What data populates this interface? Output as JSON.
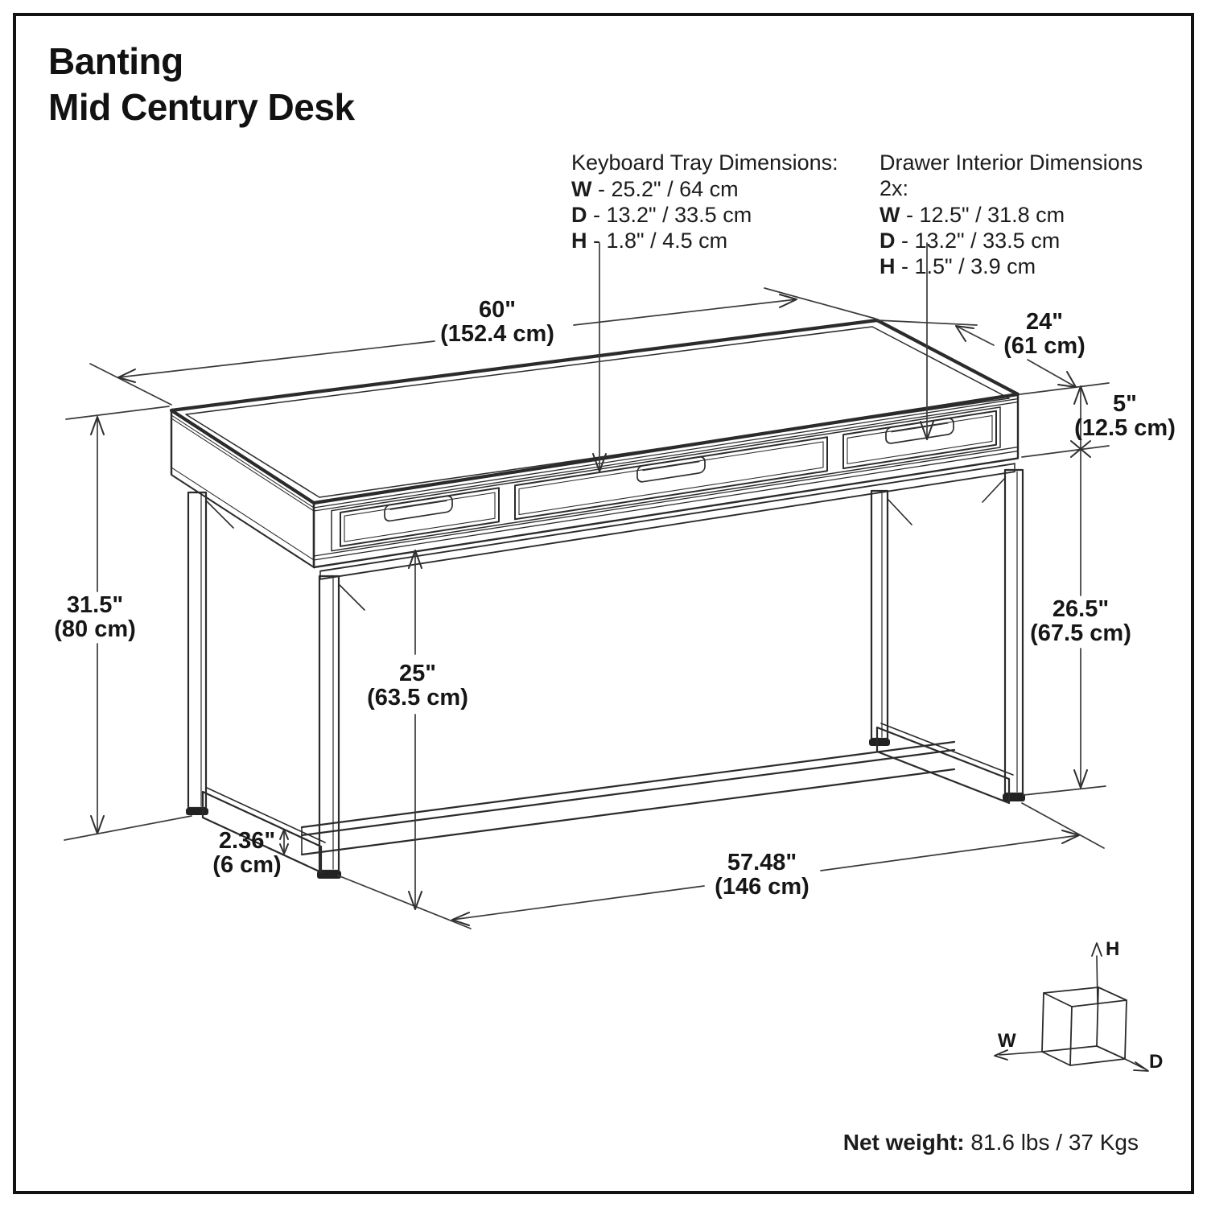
{
  "page": {
    "title_line1": "Banting",
    "title_line2": "Mid Century Desk"
  },
  "specs": {
    "keyboard_tray": {
      "title": "Keyboard Tray Dimensions:",
      "rows": [
        {
          "k": "W",
          "v": "- 25.2\" / 64 cm"
        },
        {
          "k": "D",
          "v": "- 13.2\" / 33.5 cm"
        },
        {
          "k": "H",
          "v": "- 1.8\" / 4.5 cm"
        }
      ]
    },
    "drawer_interior": {
      "title": "Drawer Interior Dimensions 2x:",
      "rows": [
        {
          "k": "W",
          "v": "- 12.5\" / 31.8 cm"
        },
        {
          "k": "D",
          "v": "- 13.2\" / 33.5 cm"
        },
        {
          "k": "H",
          "v": "- 1.5\" / 3.9 cm"
        }
      ]
    }
  },
  "dimensions": {
    "width": {
      "in": "60\"",
      "cm": "(152.4 cm)"
    },
    "depth": {
      "in": "24\"",
      "cm": "(61 cm)"
    },
    "top_thickness": {
      "in": "5\"",
      "cm": "(12.5 cm)"
    },
    "height": {
      "in": "31.5\"",
      "cm": "(80 cm)"
    },
    "clearance": {
      "in": "25\"",
      "cm": "(63.5 cm)"
    },
    "leg_clearance": {
      "in": "26.5\"",
      "cm": "(67.5 cm)"
    },
    "stretcher": {
      "in": "2.36\"",
      "cm": "(6 cm)"
    },
    "base_width": {
      "in": "57.48\"",
      "cm": "(146 cm)"
    }
  },
  "axis_cube": {
    "h": "H",
    "w": "W",
    "d": "D"
  },
  "footer": {
    "net_weight_label": "Net weight:",
    "net_weight_value": " 81.6 lbs / 37 Kgs"
  },
  "colors": {
    "ink": "#161616",
    "line": "#3a3a3a",
    "background": "#ffffff"
  }
}
